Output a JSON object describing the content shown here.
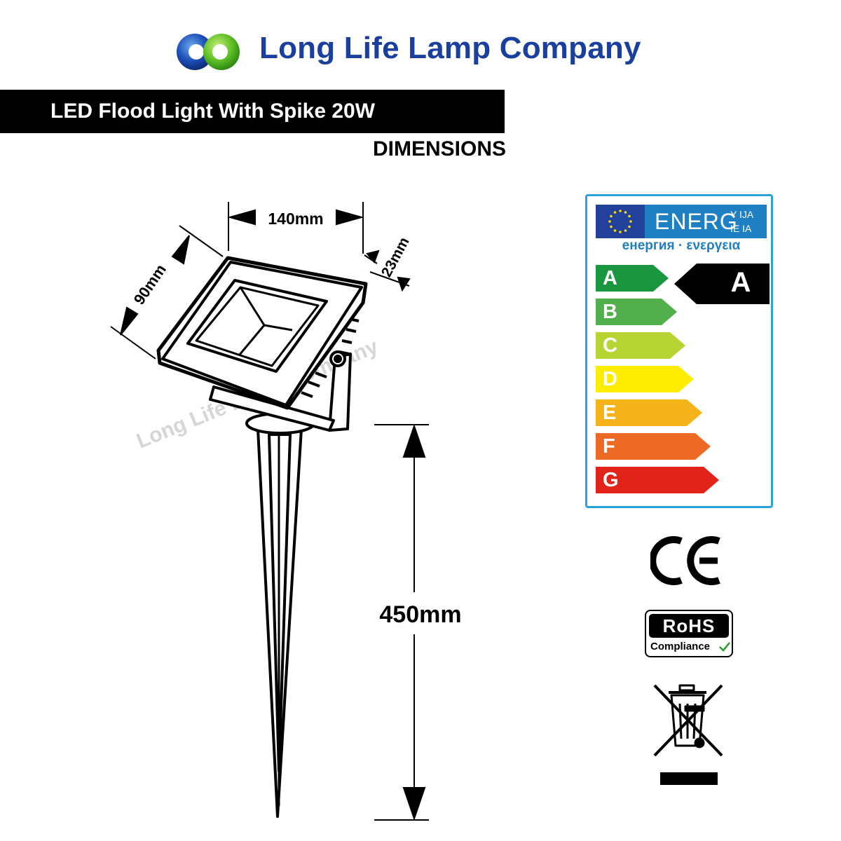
{
  "header": {
    "company_name": "Long Life Lamp Company",
    "logo_icon": "double-ring-logo-icon",
    "brand_color": "#1a3f9e"
  },
  "title_bar": {
    "product_title": "LED Flood Light With Spike 20W",
    "section_heading": "DIMENSIONS"
  },
  "diagram": {
    "width_label": "140mm",
    "height_label": "90mm",
    "depth_label": "23mm",
    "spike_length_label": "450mm",
    "watermark": "Long Life Lamp Company"
  },
  "energy_label": {
    "header_word": "ENERG",
    "header_suffix_top": "Y IJA",
    "header_suffix_bottom": "IE IA",
    "subtitle": "енергия · ενεργεια",
    "rating": "A",
    "border_color": "#29a3d9",
    "classes": [
      {
        "letter": "A",
        "color": "#1a9641"
      },
      {
        "letter": "B",
        "color": "#52b04c"
      },
      {
        "letter": "C",
        "color": "#b7d433"
      },
      {
        "letter": "D",
        "color": "#ffed00"
      },
      {
        "letter": "E",
        "color": "#f6b219"
      },
      {
        "letter": "F",
        "color": "#ec6a24"
      },
      {
        "letter": "G",
        "color": "#e2231a"
      }
    ]
  },
  "certifications": {
    "ce_icon": "ce-mark-icon",
    "rohs_title": "RoHS",
    "rohs_subtitle": "Compliance",
    "weee_icon": "crossed-out-bin-icon"
  }
}
